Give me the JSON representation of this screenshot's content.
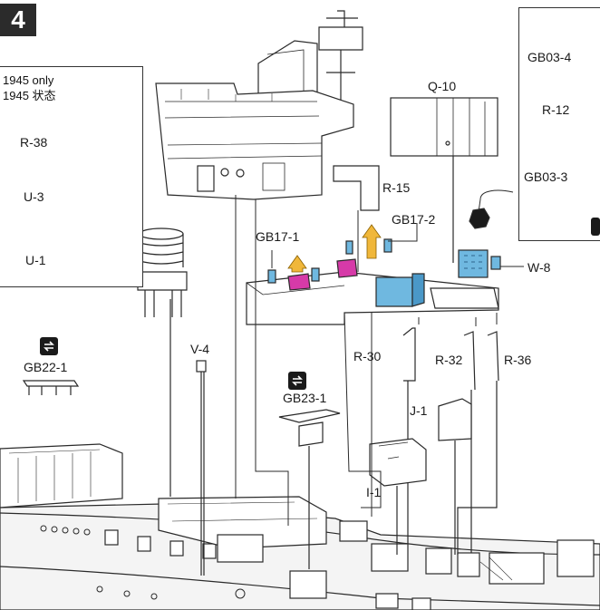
{
  "step": {
    "number": "4"
  },
  "option_box": {
    "note_line1": "1945 only",
    "note_line2": "1945 状态"
  },
  "labels": {
    "r38": "R-38",
    "u3": "U-3",
    "u1": "U-1",
    "q10": "Q-10",
    "r15": "R-15",
    "gb17_1": "GB17-1",
    "gb17_2": "GB17-2",
    "w8": "W-8",
    "r30": "R-30",
    "r32": "R-32",
    "r36": "R-36",
    "v4": "V-4",
    "gb22_1": "GB22-1",
    "gb23_1": "GB23-1",
    "j1": "J-1",
    "i1": "I-1",
    "gb03_4": "GB03-4",
    "r12": "R-12",
    "gb03_3": "GB03-3"
  },
  "colors": {
    "line": "#2a2a2a",
    "part_fill": "#ffffff",
    "hull_fill": "#f2f2f2",
    "cyan": "#6fb8e0",
    "magenta": "#d63aa8",
    "yellow": "#f0b73a",
    "dark": "#1a1a1a"
  },
  "icons": {
    "alternate_part": "swap-arrows-icon",
    "pointer": "pointing-hand-icon"
  }
}
